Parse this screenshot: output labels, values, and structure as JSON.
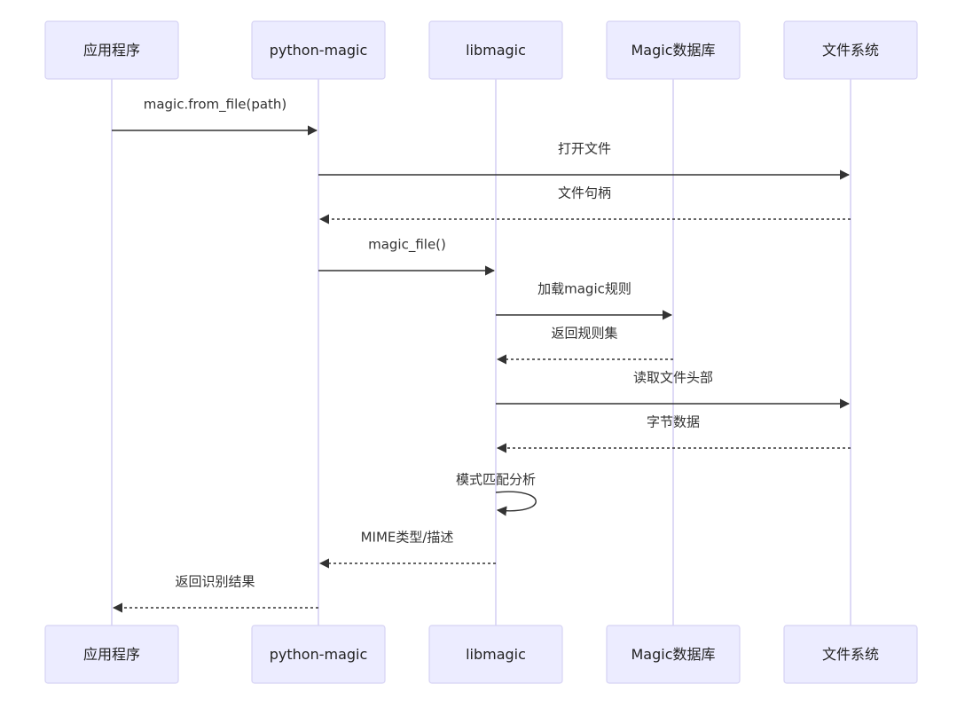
{
  "participants": [
    {
      "id": "app",
      "label": "应用程序"
    },
    {
      "id": "pm",
      "label": "python-magic"
    },
    {
      "id": "lib",
      "label": "libmagic"
    },
    {
      "id": "db",
      "label": "Magic数据库"
    },
    {
      "id": "fs",
      "label": "文件系统"
    }
  ],
  "messages": [
    {
      "from": "app",
      "to": "pm",
      "label": "magic.from_file(path)",
      "style": "solid"
    },
    {
      "from": "pm",
      "to": "fs",
      "label": "打开文件",
      "style": "solid"
    },
    {
      "from": "fs",
      "to": "pm",
      "label": "文件句柄",
      "style": "dashed"
    },
    {
      "from": "pm",
      "to": "lib",
      "label": "magic_file()",
      "style": "solid"
    },
    {
      "from": "lib",
      "to": "db",
      "label": "加载magic规则",
      "style": "solid"
    },
    {
      "from": "db",
      "to": "lib",
      "label": "返回规则集",
      "style": "dashed"
    },
    {
      "from": "lib",
      "to": "fs",
      "label": "读取文件头部",
      "style": "solid"
    },
    {
      "from": "fs",
      "to": "lib",
      "label": "字节数据",
      "style": "dashed"
    },
    {
      "from": "lib",
      "to": "lib",
      "label": "模式匹配分析",
      "style": "solid"
    },
    {
      "from": "lib",
      "to": "pm",
      "label": "MIME类型/描述",
      "style": "dashed"
    },
    {
      "from": "pm",
      "to": "app",
      "label": "返回识别结果",
      "style": "dashed"
    }
  ]
}
